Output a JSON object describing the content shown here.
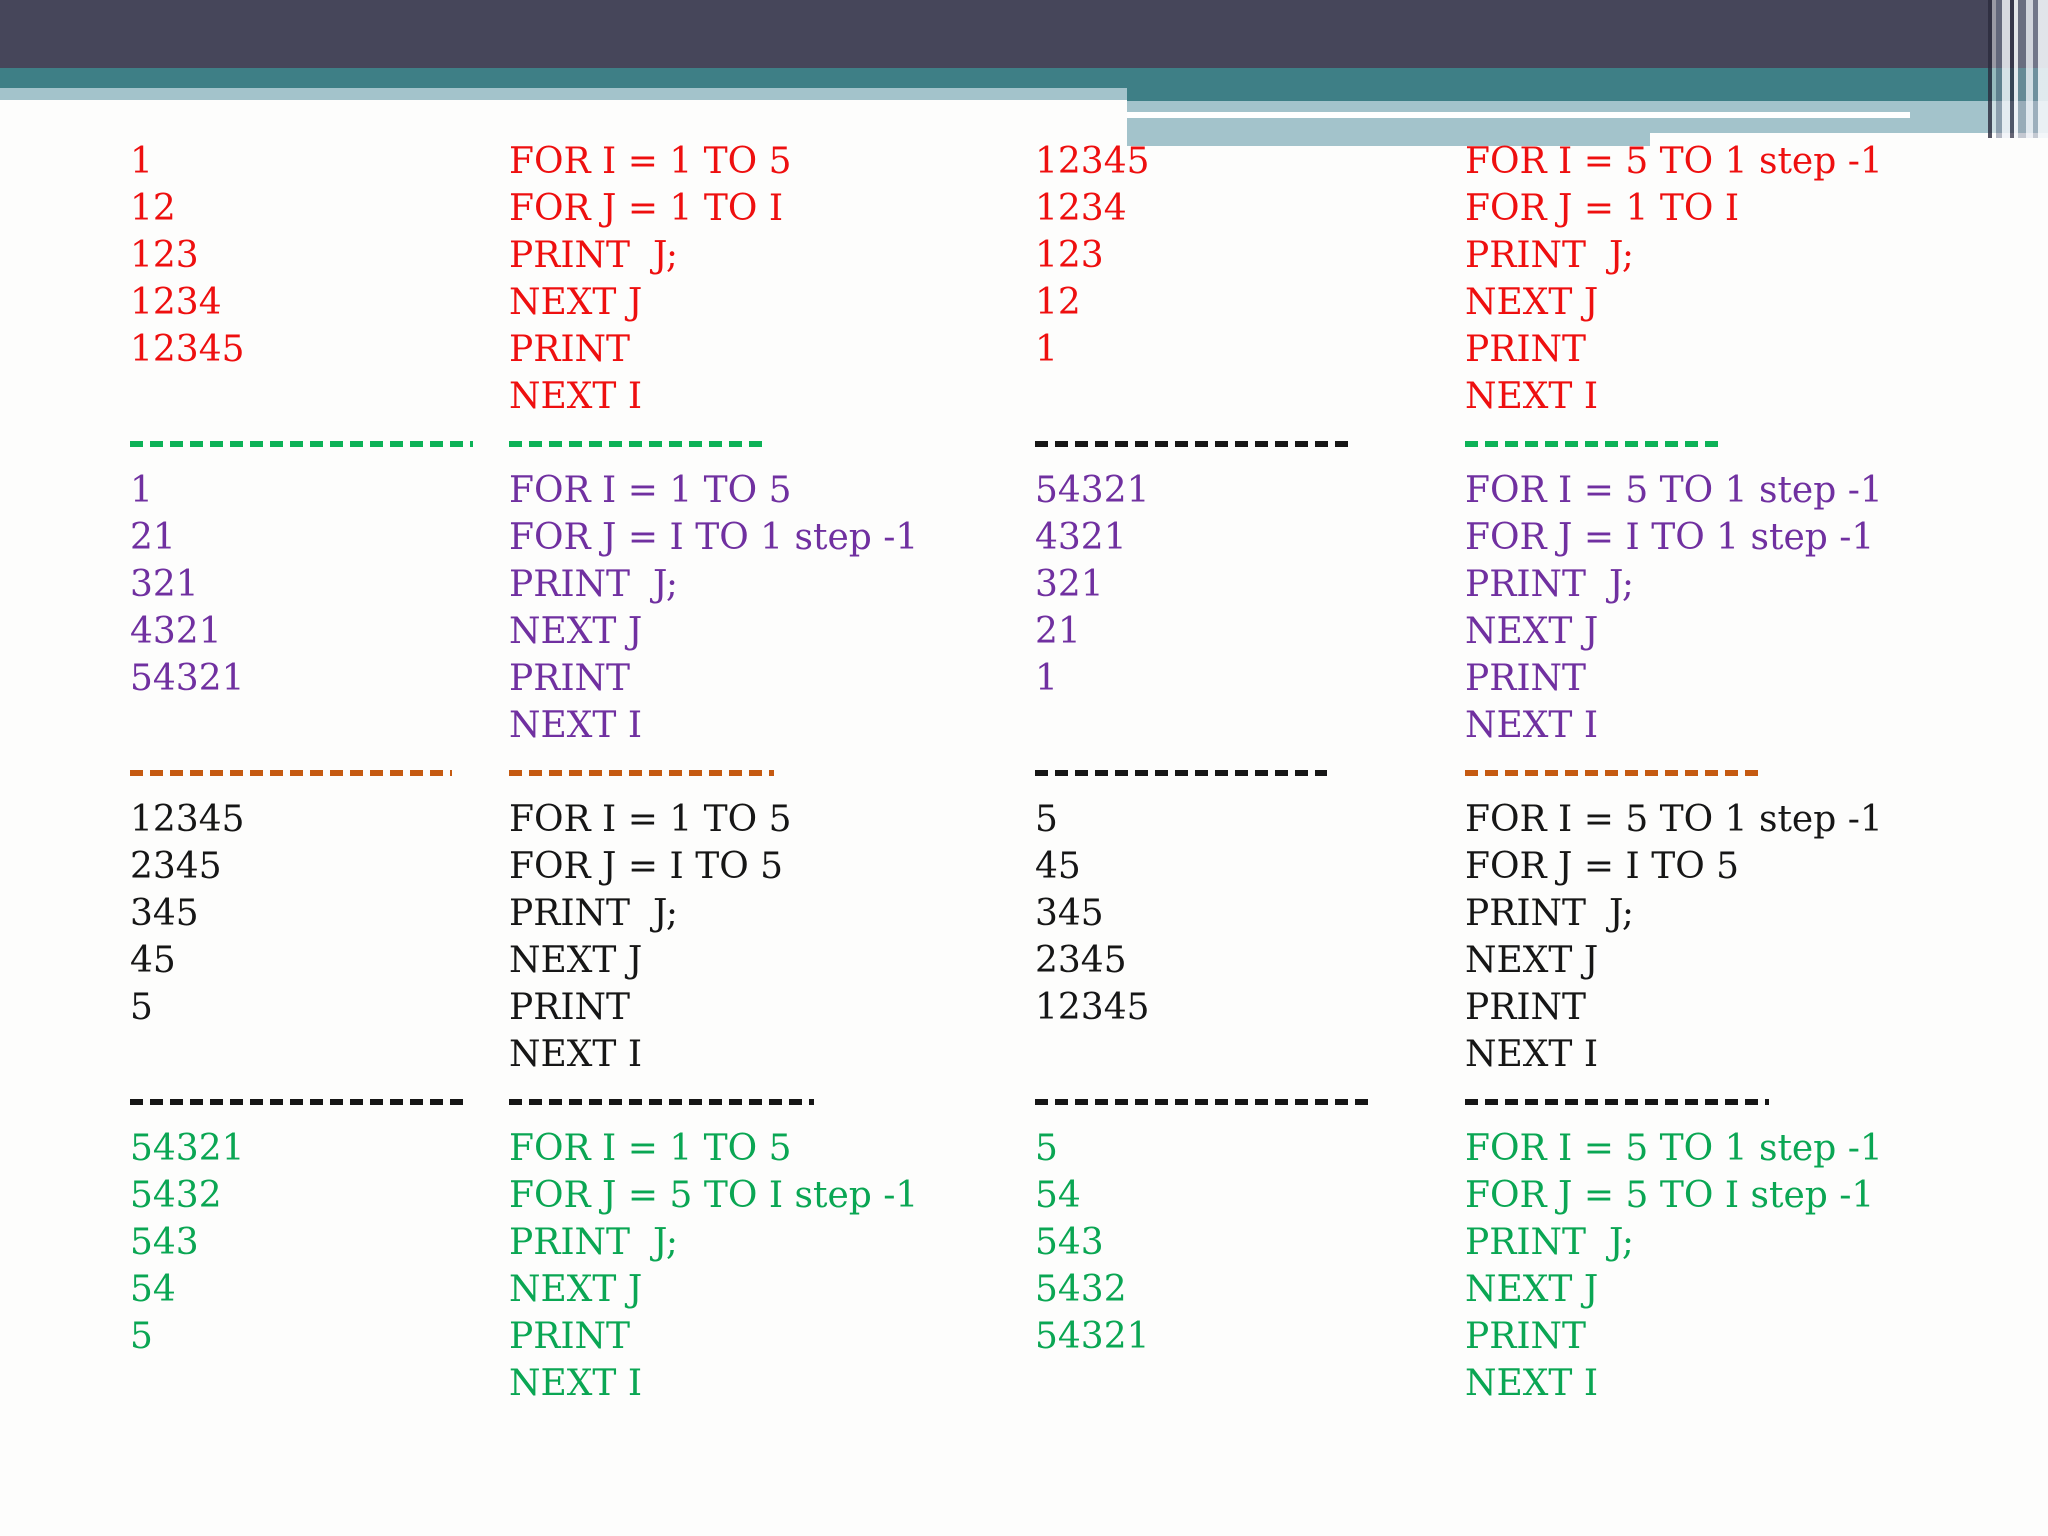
{
  "slide": {
    "kind": "presentation-slide",
    "background_color": "#fdfdfc",
    "header": {
      "bar_dark_color": "#46465a",
      "bar_teal_color": "#3e7f86",
      "bar_light_color": "#a3c3cb",
      "accent_stripe_color": "#ffffff"
    }
  },
  "palette": {
    "red_text": "#ee0f0f",
    "purple_text": "#7030a0",
    "black_text": "#161616",
    "green_text": "#0aa653",
    "dash_green": "#0db257",
    "dash_orange": "#c55a11",
    "dash_black": "#161616"
  },
  "blocks": [
    {
      "color": "red",
      "output_left": [
        "1",
        "12",
        "123",
        "1234",
        "12345"
      ],
      "code_left": [
        "FOR I = 1 TO 5",
        "FOR J = 1 TO I",
        "PRINT  J;",
        "NEXT J",
        "PRINT",
        "NEXT I"
      ],
      "output_right": [
        "12345",
        "1234",
        "123",
        "12",
        "1"
      ],
      "code_right": [
        "FOR I = 5 TO 1 step -1",
        "FOR J = 1 TO I",
        "PRINT  J;",
        "NEXT J",
        "PRINT",
        "NEXT I"
      ]
    },
    {
      "color": "purple",
      "output_left": [
        "1",
        "21",
        "321",
        "4321",
        "54321"
      ],
      "code_left": [
        "FOR I = 1 TO 5",
        "FOR J = I TO 1 step -1",
        "PRINT  J;",
        "NEXT J",
        "PRINT",
        "NEXT I"
      ],
      "output_right": [
        "54321",
        "4321",
        "321",
        "21",
        "1"
      ],
      "code_right": [
        "FOR I = 5 TO 1 step -1",
        "FOR J = I TO 1 step -1",
        "PRINT  J;",
        "NEXT J",
        "PRINT",
        "NEXT I"
      ]
    },
    {
      "color": "black",
      "output_left": [
        "12345",
        "2345",
        "345",
        "45",
        "5"
      ],
      "code_left": [
        "FOR I = 1 TO 5",
        "FOR J = I TO 5",
        "PRINT  J;",
        "NEXT J",
        "PRINT",
        "NEXT I"
      ],
      "output_right": [
        "5",
        "45",
        "345",
        "2345",
        "12345"
      ],
      "code_right": [
        "FOR I = 5 TO 1 step -1",
        "FOR J = I TO 5",
        "PRINT  J;",
        "NEXT J",
        "PRINT",
        "NEXT I"
      ]
    },
    {
      "color": "green",
      "output_left": [
        "54321",
        "5432",
        "543",
        "54",
        "5"
      ],
      "code_left": [
        "FOR I = 1 TO 5",
        "FOR J = 5 TO I step -1",
        "PRINT  J;",
        "NEXT J",
        "PRINT",
        "NEXT I"
      ],
      "output_right": [
        "5",
        "54",
        "543",
        "5432",
        "54321"
      ],
      "code_right": [
        "FOR I = 5 TO 1 step -1",
        "FOR J = 5 TO I step -1",
        "PRINT  J;",
        "NEXT J",
        "PRINT",
        "NEXT I"
      ]
    }
  ],
  "separators": [
    {
      "after_block": 1,
      "colors_by_column": [
        "green",
        "green",
        "black",
        "green"
      ]
    },
    {
      "after_block": 2,
      "colors_by_column": [
        "orange",
        "orange",
        "black",
        "orange"
      ]
    },
    {
      "after_block": 3,
      "colors_by_column": [
        "black",
        "black",
        "black",
        "black"
      ]
    }
  ]
}
